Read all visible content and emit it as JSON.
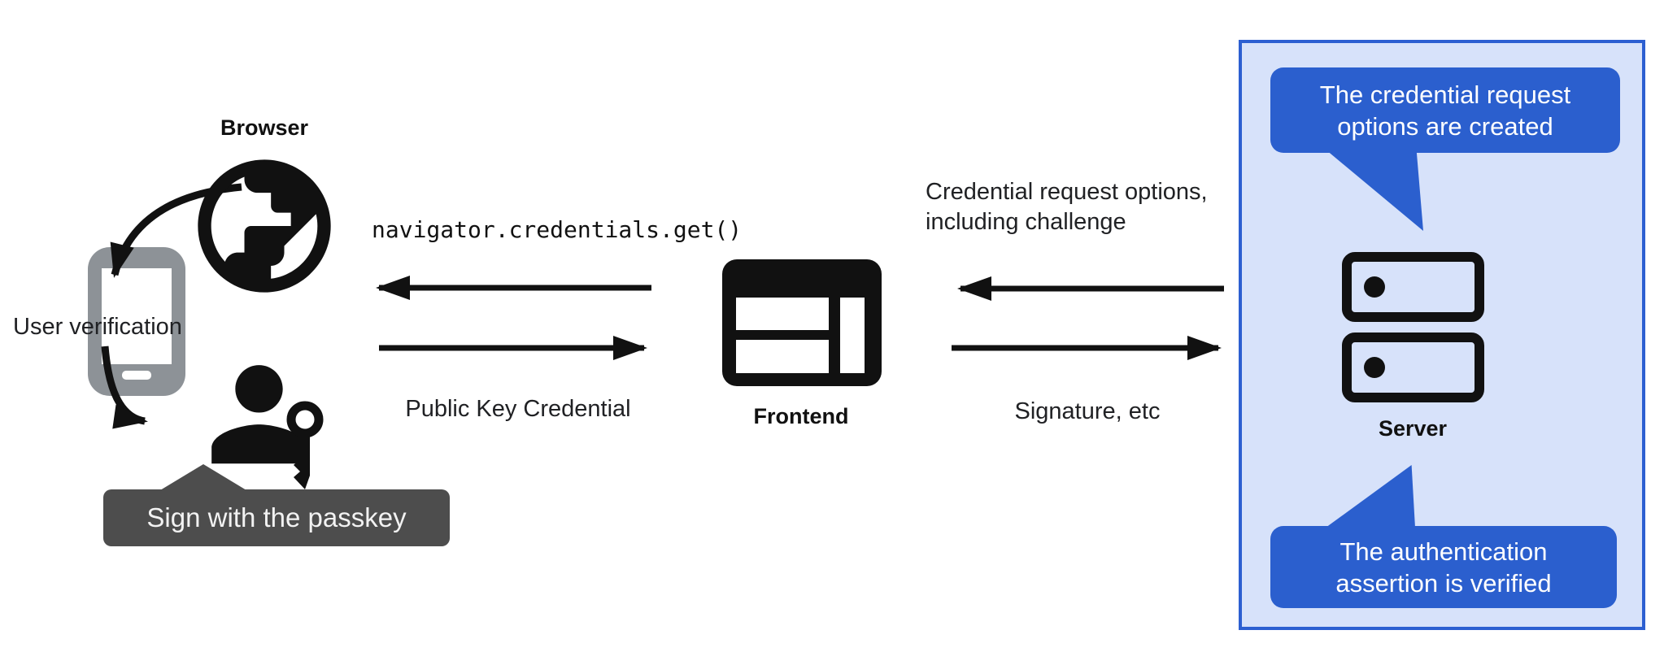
{
  "colors": {
    "background": "#ffffff",
    "accent_blue": "#2b5fce",
    "server_box_fill": "#d7e2fa",
    "server_box_border": "#2c5fd1",
    "tooltip_gray": "#4d4d4d",
    "phone_gray": "#8d9297",
    "ink_black": "#111111"
  },
  "browser": {
    "label": "Browser",
    "user_verification": "User verification",
    "passkey_tooltip": "Sign with the passkey"
  },
  "frontend": {
    "label": "Frontend",
    "call_code": "navigator.credentials.get()",
    "return_label": "Public Key Credential"
  },
  "server": {
    "label": "Server",
    "request_label_line1": "Credential request options,",
    "request_label_line2": "including challenge",
    "response_label": "Signature, etc",
    "bubble_top": {
      "line1": "The credential request",
      "line2": "options are created"
    },
    "bubble_bottom": {
      "line1": "The authentication",
      "line2": "assertion is verified"
    }
  },
  "icons": {
    "globe": "black globe with continents (browser)",
    "smartphone": "gray smartphone outline",
    "person": "black person silhouette",
    "key": "black key with round bow",
    "browser_window": "black browser window with panes (frontend)",
    "server_stack": "two stacked server units with indicator dots",
    "arrows": "black flow arrows between browser, frontend and server"
  }
}
